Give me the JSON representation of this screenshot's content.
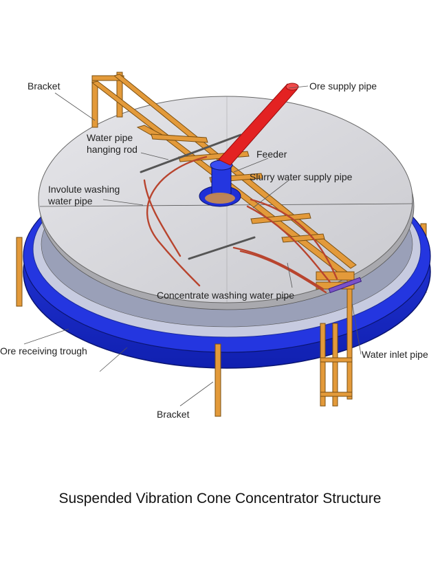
{
  "title": "Suspended Vibration Cone Concentrator Structure",
  "labels": {
    "bracket_top": "Bracket",
    "ore_supply_pipe": "Ore supply pipe",
    "water_pipe_hanging_rod_1": "Water pipe",
    "water_pipe_hanging_rod_2": "hanging rod",
    "feeder": "Feeder",
    "slurry_water_supply_pipe": "Slurry water supply pipe",
    "involute_washing_1": "Involute washing",
    "involute_washing_2": "water pipe",
    "concentrate_washing_water_pipe": "Concentrate washing water pipe",
    "ore_receiving_trough": "Ore receiving trough",
    "water_inlet_pipe": "Water inlet pipe",
    "bracket_bottom": "Bracket"
  },
  "colors": {
    "trough_blue": "#1f2fd6",
    "trough_dark": "#0d1a8c",
    "cone_gray": "#d9d9dc",
    "frame_orange": "#e39a3a",
    "supply_red": "#e32222",
    "hose_red": "#b8442e"
  }
}
